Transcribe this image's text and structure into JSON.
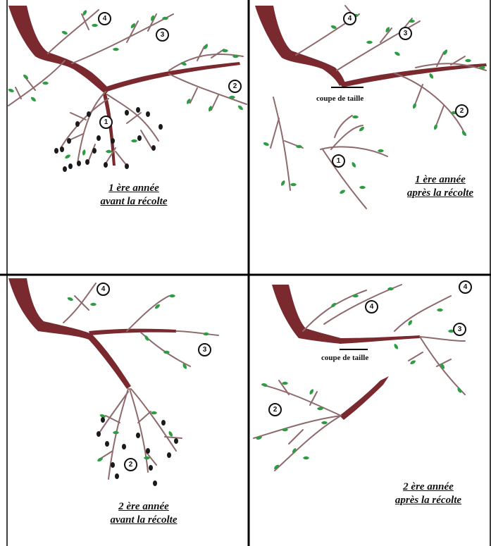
{
  "panels": {
    "p1": {
      "caption_line1": "1 ère année",
      "caption_line2": "avant la récolte"
    },
    "p2": {
      "caption_line1": "1 ère année",
      "caption_line2": "après la récolte",
      "cut_label": "coupe de taille"
    },
    "p3": {
      "caption_line1": "2 ère année",
      "caption_line2": "avant la récolte"
    },
    "p4": {
      "caption_line1": "2 ère année",
      "caption_line2": "après la récolte",
      "cut_label": "coupe de taille"
    }
  },
  "branch_numbers": {
    "one": "1",
    "two": "2",
    "three": "3",
    "four": "4"
  },
  "colors": {
    "wood": "#7a2a2e",
    "twig": "#8f6a6c",
    "leaf": "#2f9c45",
    "fruit": "#1a1a1a",
    "border": "#000000"
  }
}
